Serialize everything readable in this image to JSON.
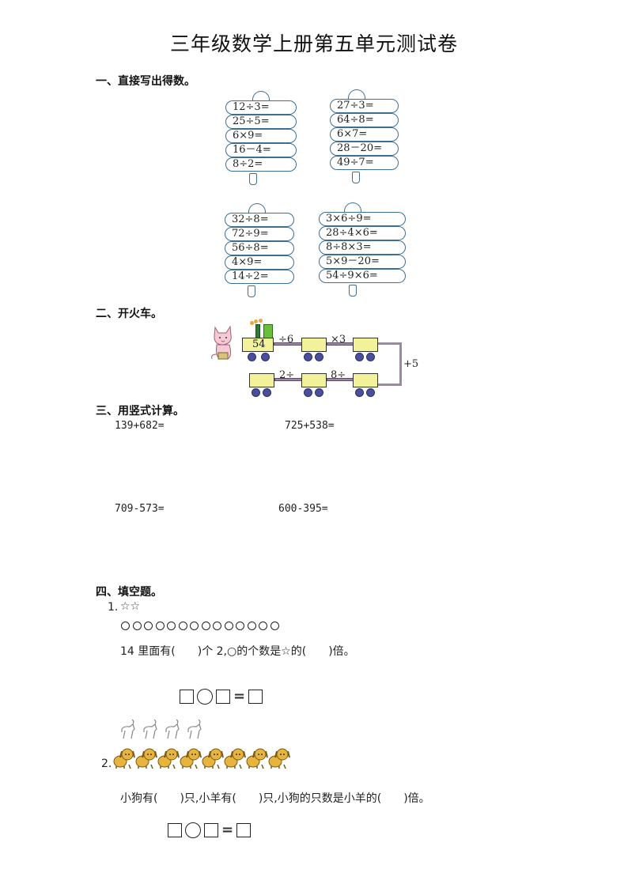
{
  "title": "三年级数学上册第五单元测试卷",
  "section1": {
    "heading": "一、直接写出得数。",
    "cards": [
      {
        "items": [
          "12÷3=",
          "25÷5=",
          "6×9=",
          "16－4=",
          "8÷2="
        ]
      },
      {
        "items": [
          "27÷3=",
          "64÷8=",
          "6×7=",
          "28－20=",
          "49÷7="
        ]
      },
      {
        "items": [
          "32÷8=",
          "72÷9=",
          "56÷8=",
          "4×9=",
          "14÷2="
        ]
      },
      {
        "items": [
          "3×6÷9=",
          "28÷4×6=",
          "8÷8×3=",
          "5×9－20=",
          "54÷9×6="
        ]
      }
    ]
  },
  "section2": {
    "heading": "二、开火车。",
    "start_value": "54",
    "ops": {
      "top1": "÷6",
      "top2": "×3",
      "right": "+5",
      "bottom1": "8÷",
      "bottom2": "2÷"
    },
    "colors": {
      "car": "#f2f29a",
      "wheel": "#4a4f9a",
      "rail": "#9e86a8"
    }
  },
  "section3": {
    "heading": "三、用竖式计算。",
    "problems": [
      "139+682=",
      "725+538=",
      "709-573=",
      "600-395="
    ]
  },
  "section4": {
    "heading": "四、填空题。",
    "q1": {
      "number": "1.",
      "stars": "☆☆",
      "circle_count": 14,
      "text": "14 里面有(　　)个 2,○的个数是☆的(　　)倍。",
      "equation_equals": "="
    },
    "q2": {
      "number": "2.",
      "goat_count": 4,
      "dog_count": 8,
      "text": "小狗有(　　)只,小羊有(　　)只,小狗的只数是小羊的(　　)倍。",
      "equation_equals": "="
    }
  }
}
